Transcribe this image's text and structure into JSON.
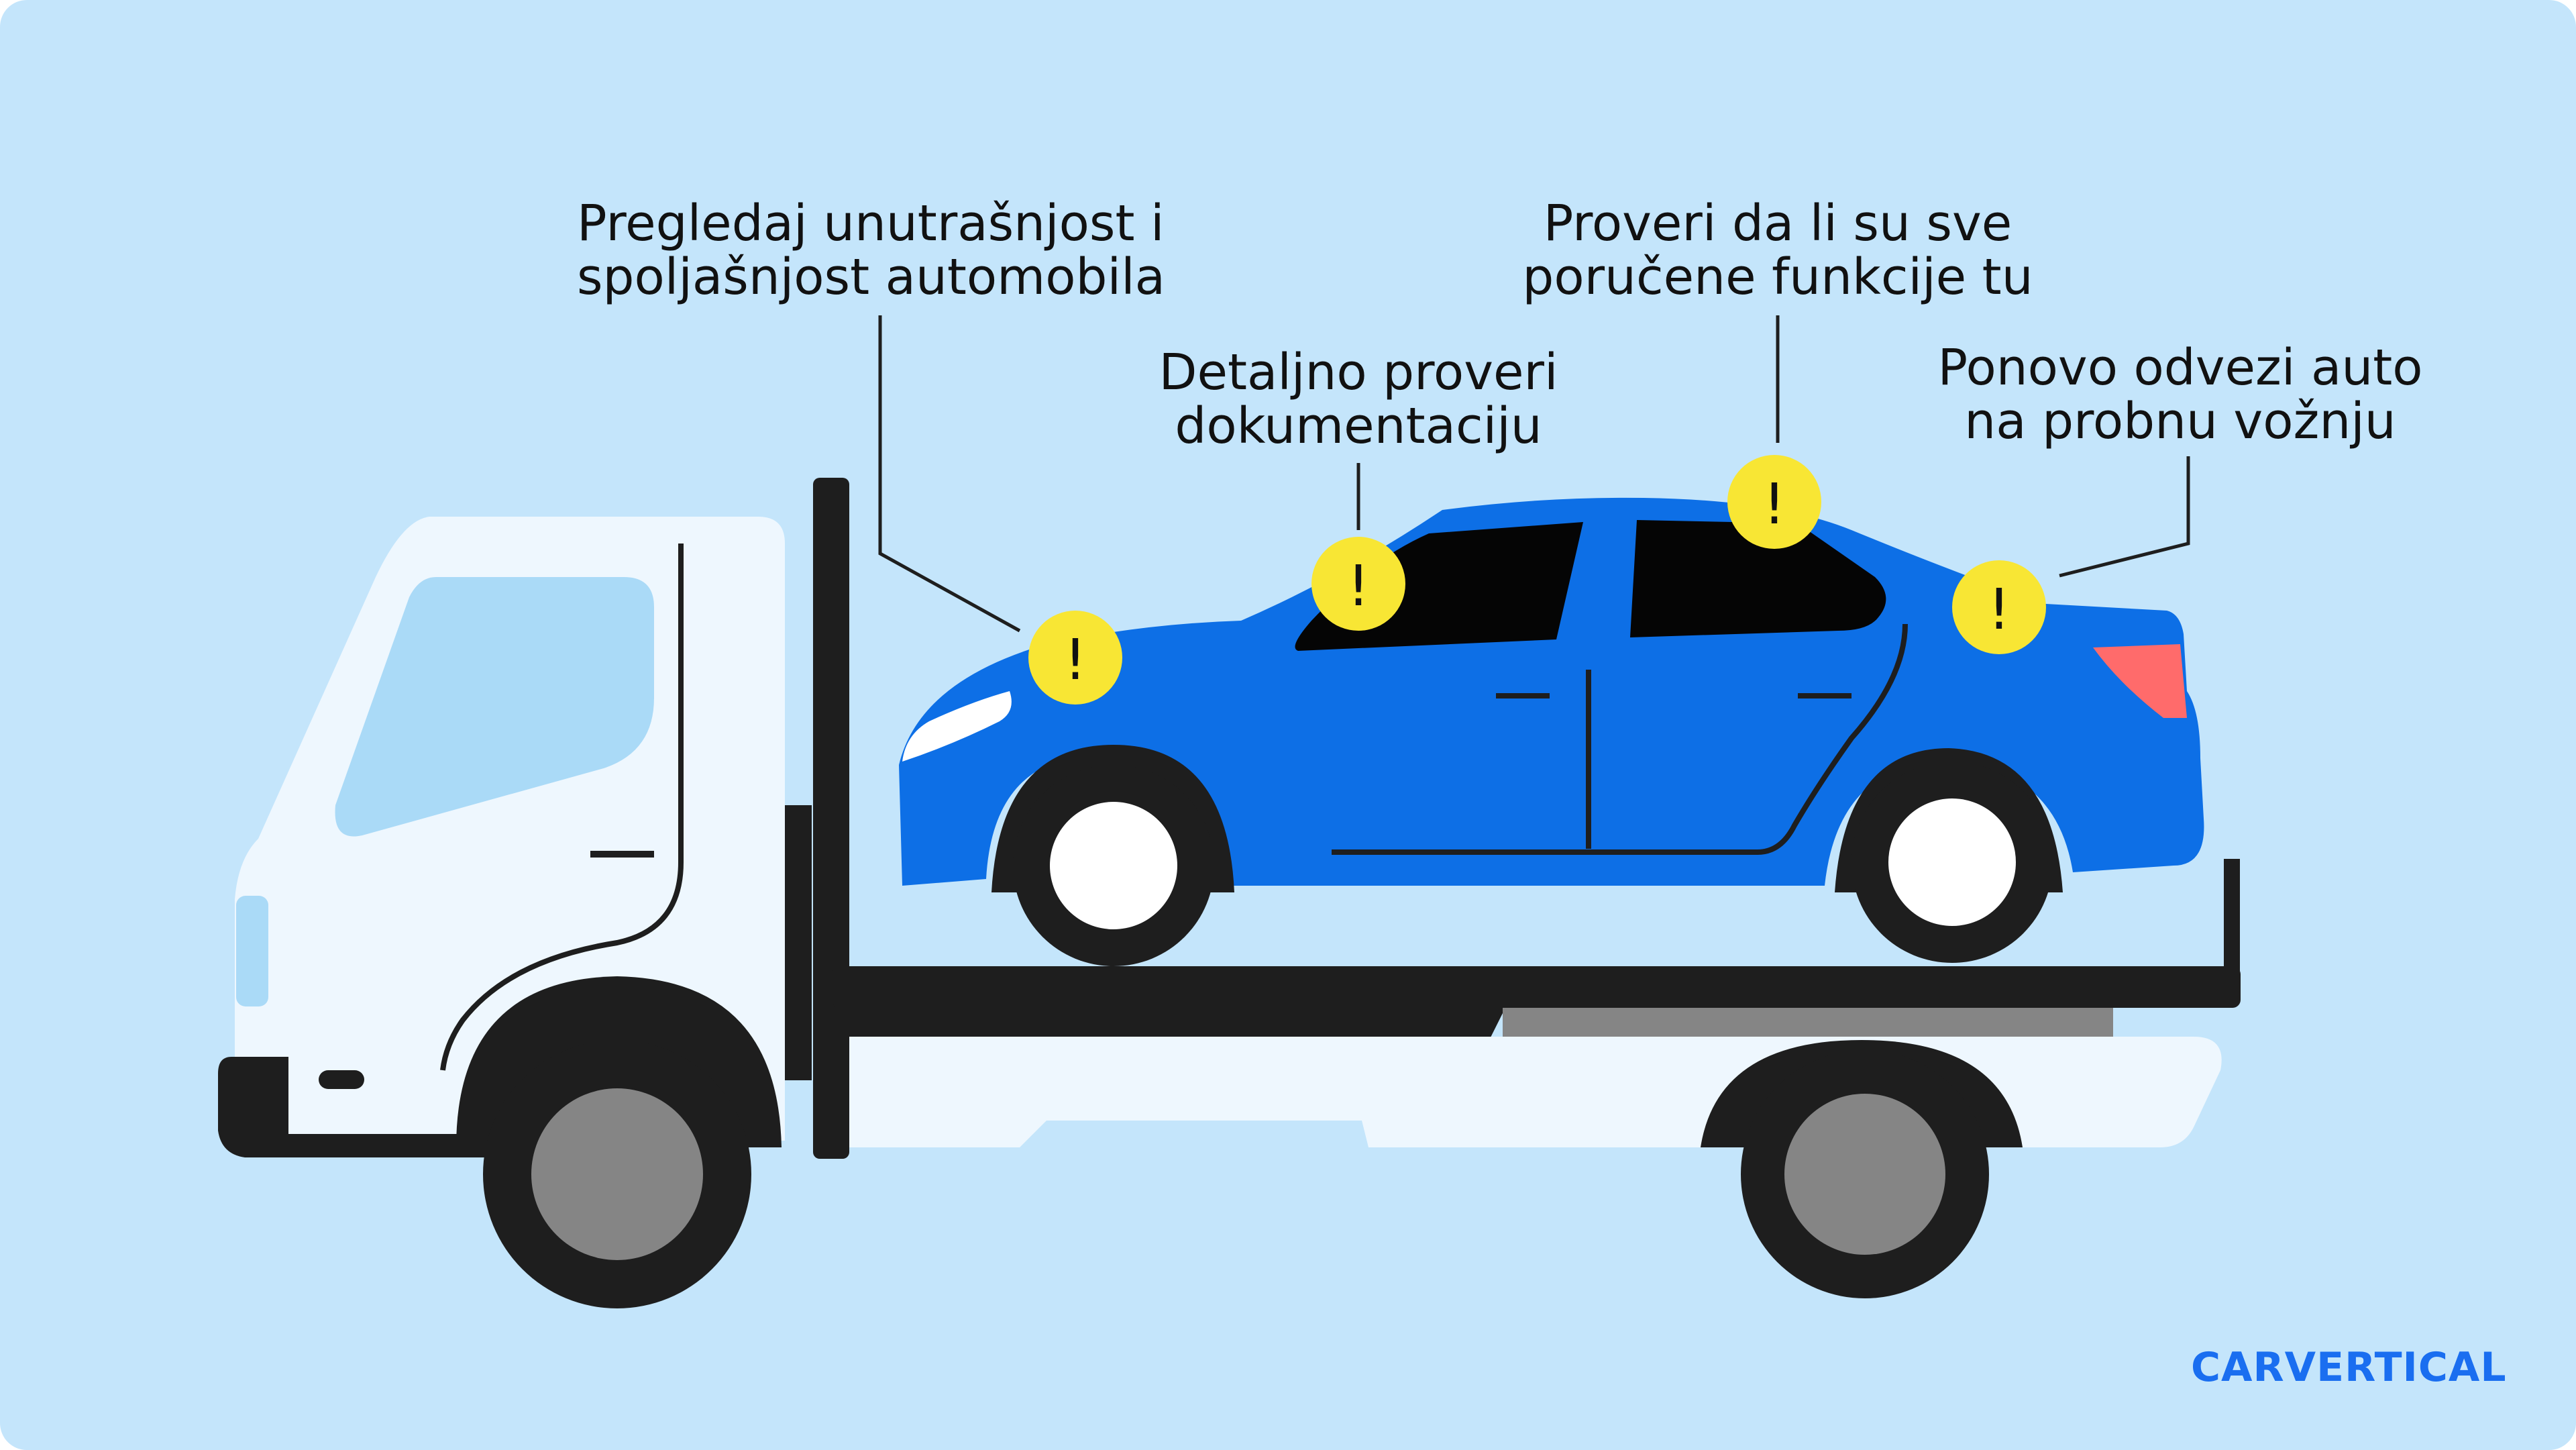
{
  "labels": {
    "inspect": {
      "line1": "Pregledaj unutrašnjost i",
      "line2": "spoljašnjost automobila"
    },
    "documents": {
      "line1": "Detaljno proveri",
      "line2": "dokumentaciju"
    },
    "features": {
      "line1": "Proveri da li su sve",
      "line2": "poručene funkcije tu"
    },
    "test_drive": {
      "line1": "Ponovo odvezi auto",
      "line2": "na probnu vožnju"
    }
  },
  "marker_symbol": "!",
  "brand": "CARVERTICAL",
  "colors": {
    "background": "#c4e5fb",
    "car_body": "#0d6fe6",
    "marker": "#f8e634",
    "truck_cab": "#eef7fe",
    "window": "#aadaf7",
    "dark": "#1e1e1e",
    "tail_light": "#ff6b6b",
    "brand": "#1a6ef0"
  }
}
